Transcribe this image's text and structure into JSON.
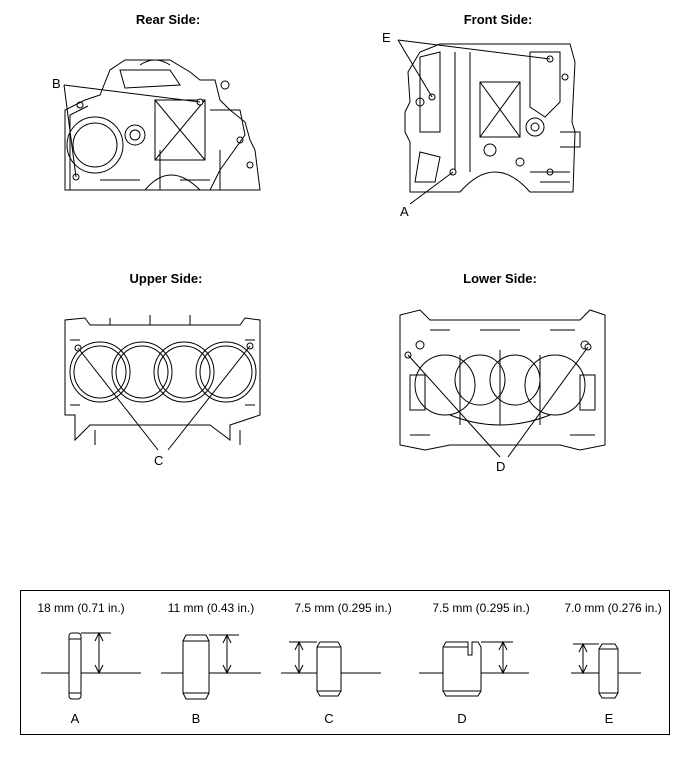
{
  "views": {
    "rear": {
      "title": "Rear Side:",
      "callout": "B"
    },
    "front": {
      "title": "Front Side:",
      "callout_top": "E",
      "callout_bottom": "A"
    },
    "upper": {
      "title": "Upper Side:",
      "callout": "C"
    },
    "lower": {
      "title": "Lower Side:",
      "callout": "D"
    }
  },
  "pins": [
    {
      "size": "18 mm (0.71 in.)",
      "letter": "A"
    },
    {
      "size": "11 mm (0.43 in.)",
      "letter": "B"
    },
    {
      "size": "7.5 mm (0.295 in.)",
      "letter": "C"
    },
    {
      "size": "7.5 mm (0.295 in.)",
      "letter": "D"
    },
    {
      "size": "7.0 mm (0.276 in.)",
      "letter": "E"
    }
  ]
}
